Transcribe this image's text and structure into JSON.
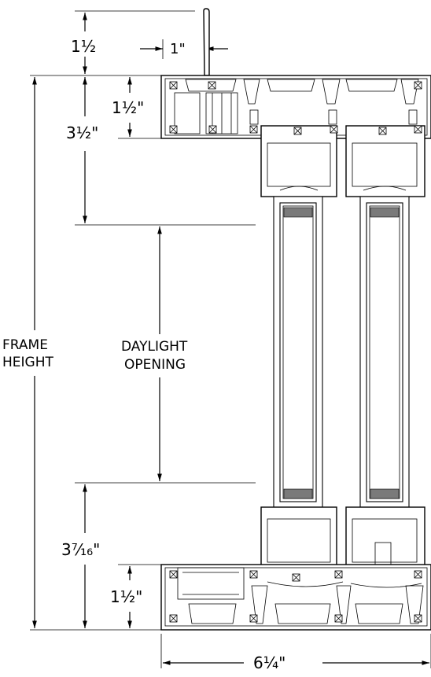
{
  "dimensions": {
    "top_extension": "1½",
    "fin_width": "1\"",
    "top_nail_fin": "1½\"",
    "head_height": "3½\"",
    "sill_height": "3⁷⁄₁₆\"",
    "bottom_nail_fin": "1½\"",
    "frame_depth": "6¼\""
  },
  "labels": {
    "frame_height": [
      "FRAME",
      "HEIGHT"
    ],
    "daylight_opening": [
      "DAYLIGHT",
      "OPENING"
    ]
  }
}
